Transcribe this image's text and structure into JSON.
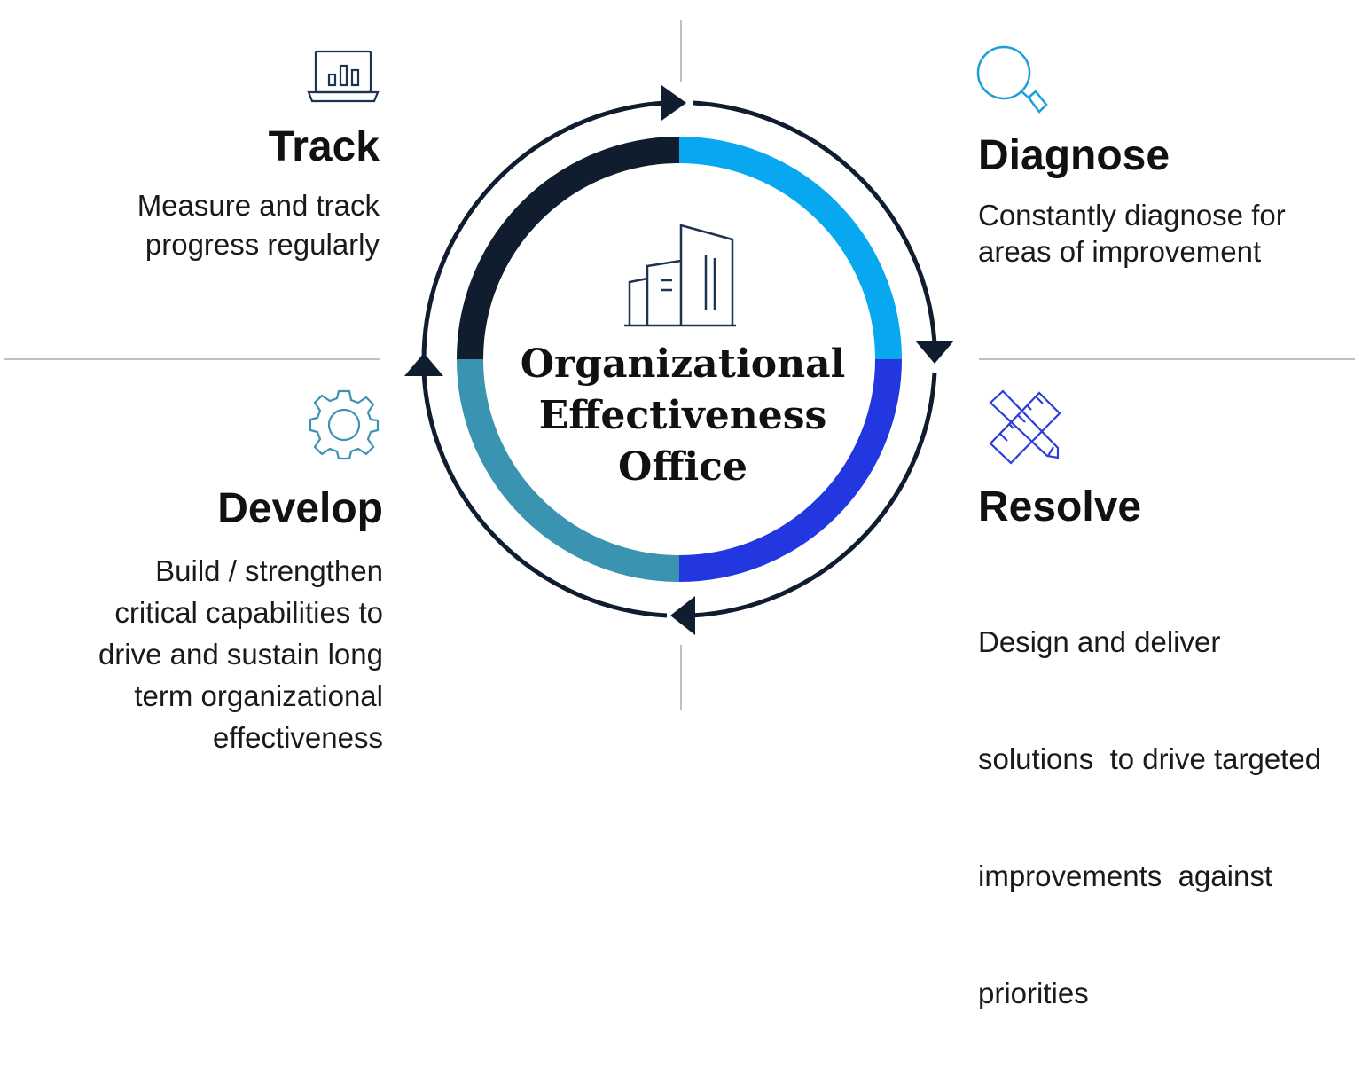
{
  "center": {
    "lines": [
      "Organizational",
      "Effectiveness",
      "Office"
    ]
  },
  "stages": {
    "track": {
      "title": "Track",
      "lines": [
        "Measure and track",
        "progress regularly"
      ],
      "icon": "laptop-chart-icon"
    },
    "diagnose": {
      "title": "Diagnose",
      "lines": [
        "Constantly diagnose for",
        "areas of improvement"
      ],
      "icon": "magnifier-icon"
    },
    "resolve": {
      "title": "Resolve",
      "lines": [
        "Design and deliver",
        "solutions  to drive targeted",
        "improvements  against",
        "priorities"
      ],
      "icon": "ruler-pencil-icon"
    },
    "develop": {
      "title": "Develop",
      "lines": [
        "Build / strengthen",
        "critical capabilities to",
        "drive and sustain long",
        "term organizational",
        "effectiveness"
      ],
      "icon": "gear-icon"
    }
  },
  "colors": {
    "track_arc": "#0f1d2e",
    "diagnose_arc": "#07a8ef",
    "resolve_arc": "#2237e0",
    "develop_arc": "#3a93b0",
    "cycle_arrow": "#0f1d2e",
    "divider": "#bfbfbf",
    "icon_dark": "#1f3350",
    "icon_light": "#1a9fd8",
    "icon_blue": "#2b3fd6"
  }
}
